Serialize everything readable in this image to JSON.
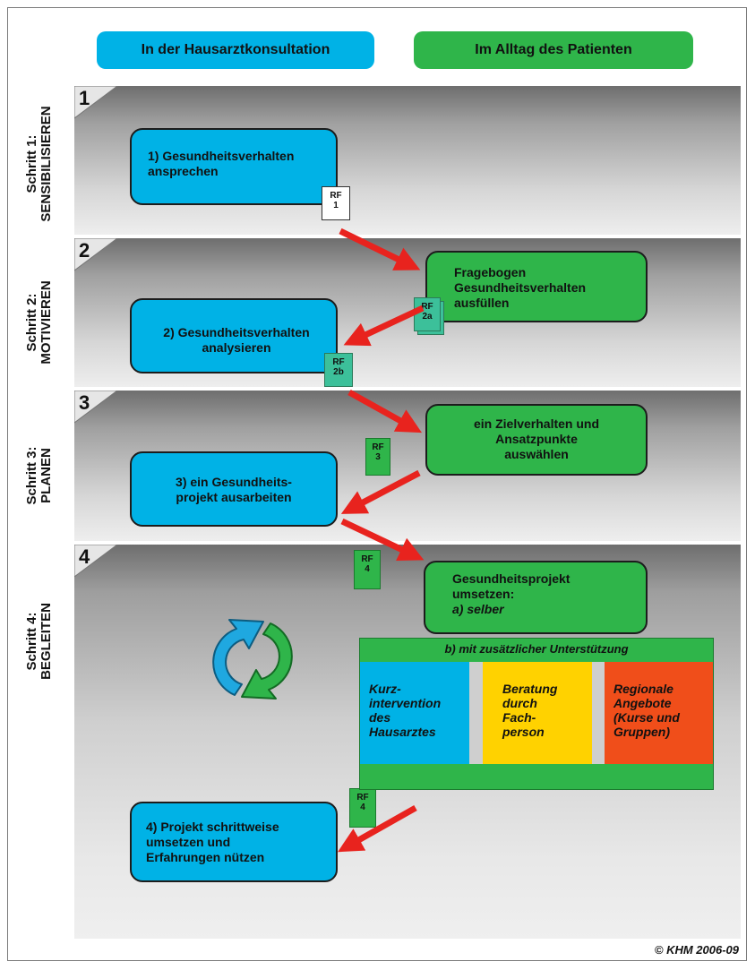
{
  "headers": {
    "left": "In der Hausarztkonsultation",
    "right": "Im Alltag des Patienten"
  },
  "steps": [
    {
      "number": "1",
      "label_line1": "Schritt 1:",
      "label_line2": "SENSIBILISIEREN"
    },
    {
      "number": "2",
      "label_line1": "Schritt 2:",
      "label_line2": "MOTIVIEREN"
    },
    {
      "number": "3",
      "label_line1": "Schritt 3:",
      "label_line2": "PLANEN"
    },
    {
      "number": "4",
      "label_line1": "Schritt 4:",
      "label_line2": "BEGLEITEN"
    }
  ],
  "boxes": {
    "b1": {
      "line1": "1) Gesundheitsverhalten",
      "line2": "ansprechen"
    },
    "g1": {
      "line1": "Fragebogen",
      "line2": "Gesundheitsverhalten",
      "line3": "ausfüllen"
    },
    "b2": {
      "line1": "2) Gesundheitsverhalten",
      "line2": "analysieren"
    },
    "g2": {
      "line1": "ein Zielverhalten und",
      "line2": "Ansatzpunkte",
      "line3": "auswählen"
    },
    "b3": {
      "line1": "3) ein Gesundheits-",
      "line2": "projekt ausarbeiten"
    },
    "g3": {
      "line1": "Gesundheitsprojekt",
      "line2": "umsetzen:",
      "line3": "a) selber"
    },
    "b4": {
      "line1": "4) Projekt schrittweise",
      "line2": "umsetzen und",
      "line3": "Erfahrungen nützen"
    }
  },
  "rf_tags": [
    {
      "top": "RF",
      "bottom": "1"
    },
    {
      "top": "RF",
      "bottom": "2a"
    },
    {
      "top": "RF",
      "bottom": "2b"
    },
    {
      "top": "RF",
      "bottom": "3"
    },
    {
      "top": "RF",
      "bottom": "4"
    },
    {
      "top": "RF",
      "bottom": "4"
    }
  ],
  "support_panel": {
    "title": "b) mit zusätzlicher Unterstützung",
    "columns": [
      {
        "lines": [
          "Kurz-",
          "intervention",
          "des",
          "Hausarztes"
        ],
        "color": "#00b2e6"
      },
      {
        "lines": [
          "Beratung",
          "durch",
          "Fach-",
          "person"
        ],
        "color": "#ffd200"
      },
      {
        "lines": [
          "Regionale",
          "Angebote",
          "(Kurse und",
          "Gruppen)"
        ],
        "color": "#f04e1a"
      }
    ]
  },
  "copyright": "© KHM 2006-09",
  "colors": {
    "blue": "#00b2e6",
    "green": "#2fb54a",
    "yellow": "#ffd200",
    "orange": "#f04e1a",
    "arrow": "#e8231e"
  },
  "icons": [
    "cycle-arrows-icon",
    "red-arrow-icon"
  ]
}
